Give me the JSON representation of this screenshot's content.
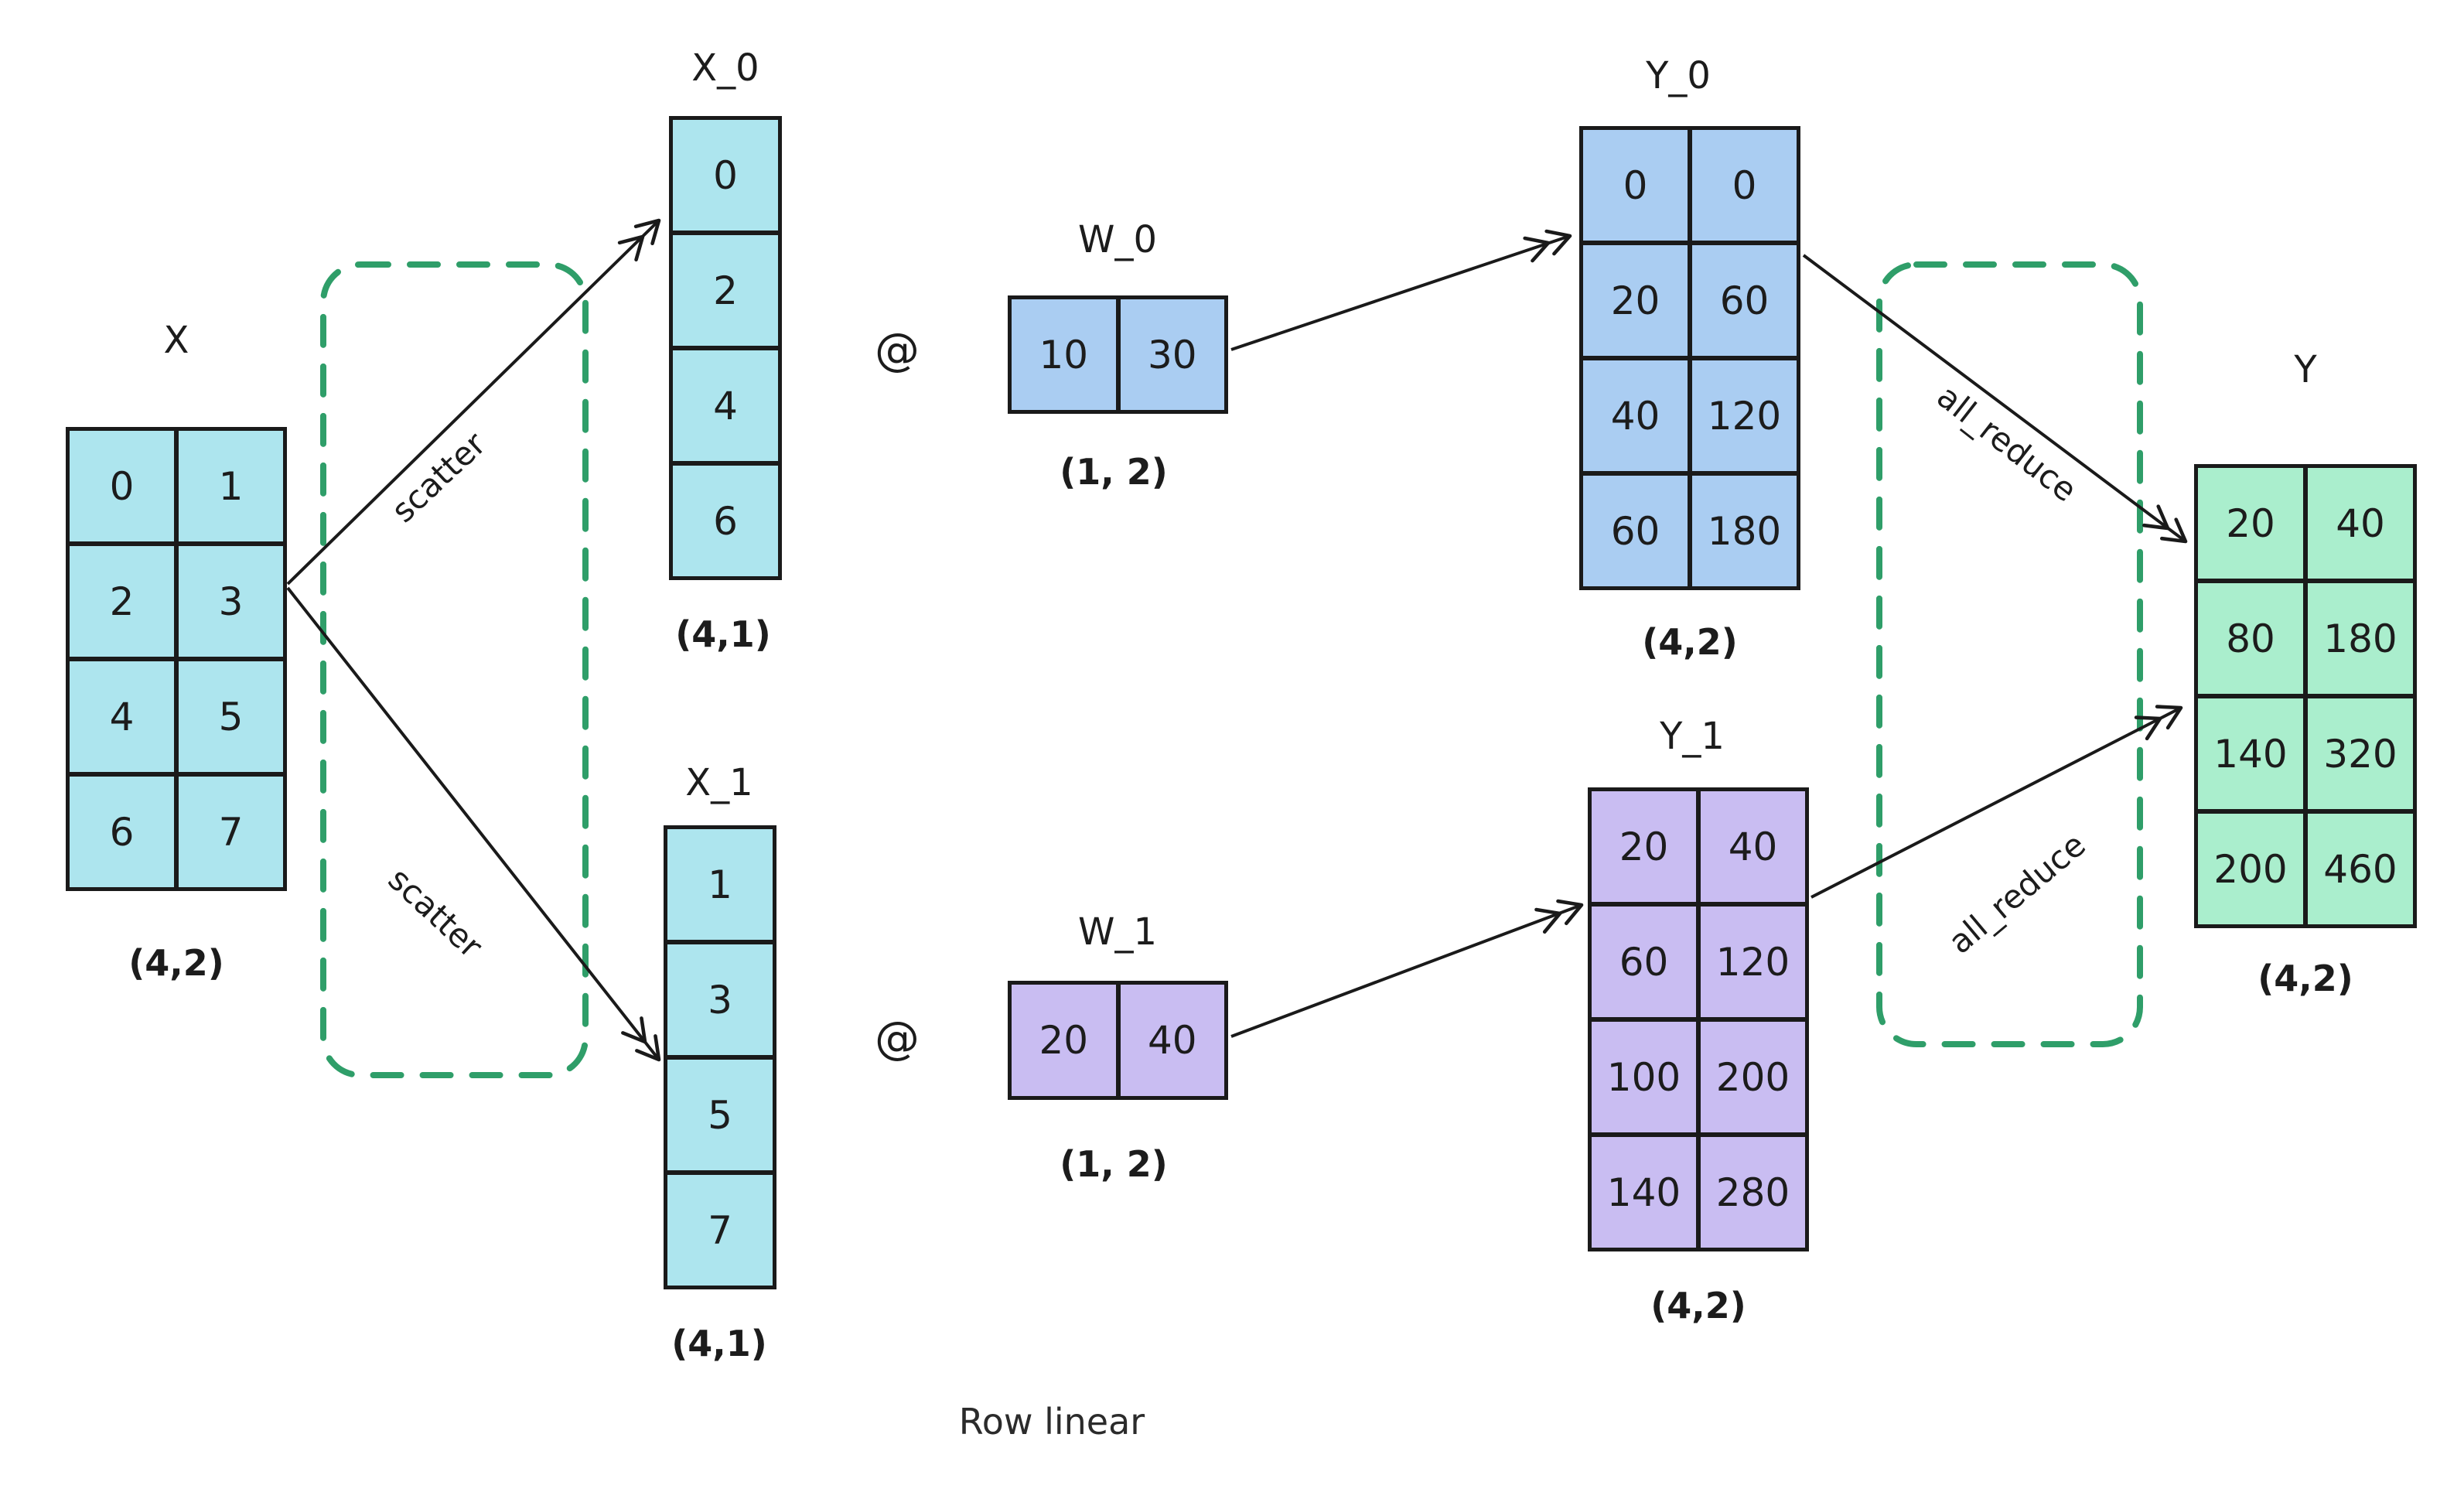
{
  "diagram_title": "Row linear",
  "colors": {
    "cyan": "#ade5ee",
    "blue": "#aacdf2",
    "purple": "#c9bdf2",
    "green": "#aaeecd",
    "dashed_box": "#2f9e69",
    "line": "#1a1a1a"
  },
  "operators": {
    "matmul_top": "@",
    "matmul_bottom": "@"
  },
  "collectives": {
    "scatter_top": "scatter",
    "scatter_bottom": "scatter",
    "all_reduce_top": "all_reduce",
    "all_reduce_bottom": "all_reduce"
  },
  "matrices": {
    "x": {
      "name": "X",
      "shape": "(4,2)",
      "cols": 2,
      "color_key": "cyan",
      "values": [
        "0",
        "1",
        "2",
        "3",
        "4",
        "5",
        "6",
        "7"
      ]
    },
    "x0": {
      "name": "X_0",
      "shape": "(4,1)",
      "cols": 1,
      "color_key": "cyan",
      "values": [
        "0",
        "2",
        "4",
        "6"
      ]
    },
    "x1": {
      "name": "X_1",
      "shape": "(4,1)",
      "cols": 1,
      "color_key": "cyan",
      "values": [
        "1",
        "3",
        "5",
        "7"
      ]
    },
    "w0": {
      "name": "W_0",
      "shape": "(1, 2)",
      "cols": 2,
      "color_key": "blue",
      "values": [
        "10",
        "30"
      ]
    },
    "w1": {
      "name": "W_1",
      "shape": "(1, 2)",
      "cols": 2,
      "color_key": "purple",
      "values": [
        "20",
        "40"
      ]
    },
    "y0": {
      "name": "Y_0",
      "shape": "(4,2)",
      "cols": 2,
      "color_key": "blue",
      "values": [
        "0",
        "0",
        "20",
        "60",
        "40",
        "120",
        "60",
        "180"
      ]
    },
    "y1": {
      "name": "Y_1",
      "shape": "(4,2)",
      "cols": 2,
      "color_key": "purple",
      "values": [
        "20",
        "40",
        "60",
        "120",
        "100",
        "200",
        "140",
        "280"
      ]
    },
    "y": {
      "name": "Y",
      "shape": "(4,2)",
      "cols": 2,
      "color_key": "green",
      "values": [
        "20",
        "40",
        "80",
        "180",
        "140",
        "320",
        "200",
        "460"
      ]
    }
  }
}
